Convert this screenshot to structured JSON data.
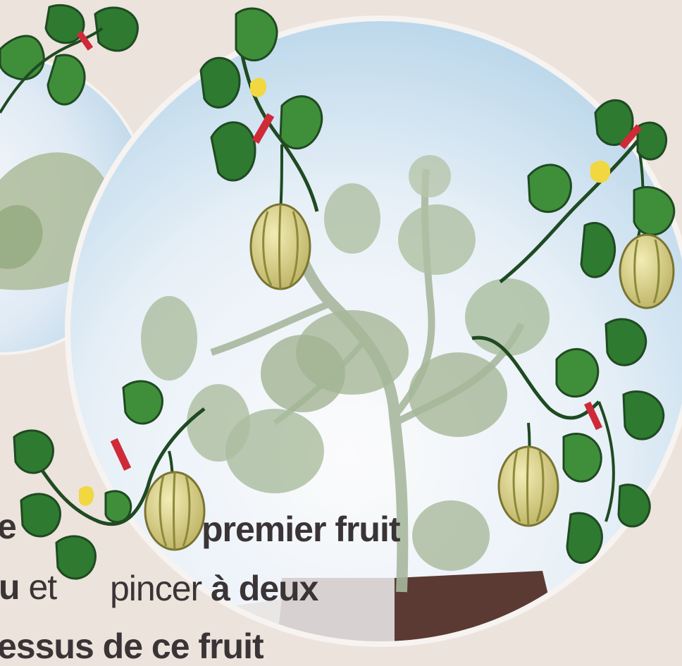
{
  "illustration": {
    "subject": "Melon plant pruning illustration",
    "colors": {
      "background": "#ece3dc",
      "sky_light": "#fbfbfc",
      "sky_blue": "#bcd9ec",
      "soil": "#5b3a33",
      "leaf_dark": "#236b2a",
      "leaf_mid": "#3f8f3a",
      "leaf_faded": "#9fb28e",
      "stem": "#1f4a22",
      "melon": "#d7cf8a",
      "melon_stripe": "#8c8a3b",
      "flower": "#f1d740",
      "cut_mark": "#cf2a37"
    }
  },
  "captions": {
    "line1_frag": "e",
    "line1_main": "premier fruit",
    "line2_frag_bold": "u",
    "line2_frag_reg": " et",
    "line2_reg": "pincer ",
    "line2_bold": "à deux",
    "line3": "essus de ce fruit"
  }
}
